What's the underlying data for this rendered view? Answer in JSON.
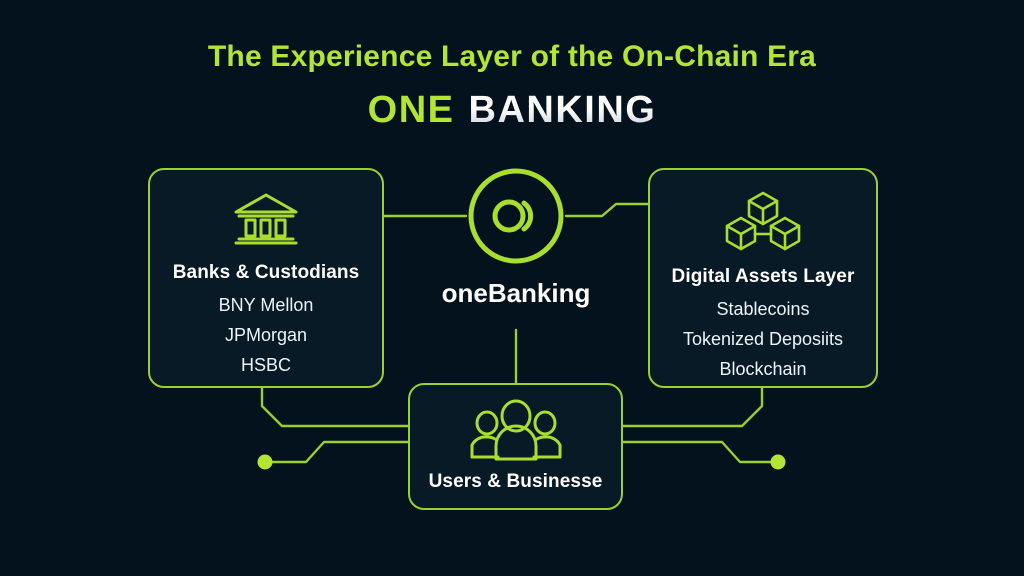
{
  "page": {
    "headline": "The Experience Layer of the On-Chain Era",
    "background_color": "#03121c",
    "accent_color": "#b3e533",
    "card_fill_color": "#071a26",
    "text_color": "#ffffff"
  },
  "logo": {
    "word_one": "ONE",
    "word_banking": "BANKING"
  },
  "hub": {
    "label": "oneBanking",
    "icon": "onebanking-ring-icon"
  },
  "cards": {
    "left": {
      "icon": "bank-building-icon",
      "title": "Banks & Custodians",
      "items": [
        "BNY Mellon",
        "JPMorgan",
        "HSBC"
      ]
    },
    "right": {
      "icon": "blockchain-cubes-icon",
      "title": "Digital Assets Layer",
      "items": [
        "Stablecoins",
        "Tokenized Deposiits",
        "Blockchain"
      ]
    },
    "bottom": {
      "icon": "users-group-icon",
      "title": "Users & Businesse",
      "items": []
    }
  },
  "connectors": {
    "left_hub_label": "banks-to-hub-connector",
    "right_hub_label": "hub-to-digital-assets-connector",
    "hub_users_label": "hub-to-users-connector",
    "left_bus_label": "banks-to-users-bus",
    "right_bus_label": "digital-assets-to-users-bus",
    "left_terminal_label": "left-terminal-dot",
    "right_terminal_label": "right-terminal-dot"
  }
}
